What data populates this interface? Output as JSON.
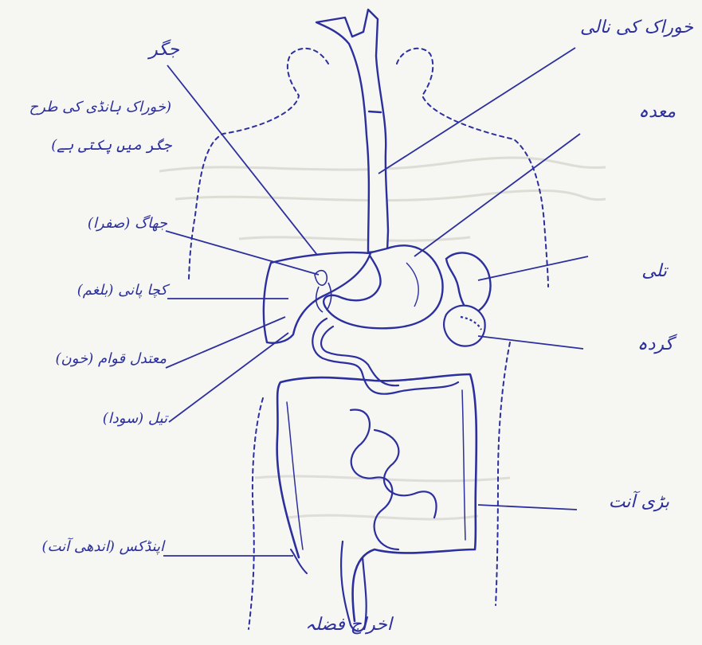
{
  "colors": {
    "ink": "#2c2f9e",
    "paper": "#f6f6f2",
    "ghost": "#d8d7cf"
  },
  "labels": {
    "esophagus": "خوراک کی نالی",
    "stomach": "معدہ",
    "spleen": "تلی",
    "kidney": "گردہ",
    "large_intestine": "بڑی آنت",
    "liver": "جگر",
    "liver_note_1": "(خوراک ہانڈی کی طرح",
    "liver_note_2": "جگر میں پکتی ہے)",
    "froth": "جھاگ (صفرا)",
    "raw_water": "کچا پانی (بلغم)",
    "moderate": "معتدل قوام (خون)",
    "sediment": "تیل (سودا)",
    "appendix": "اپنڈکس (اندھی آنت)",
    "excretion": "اخراج فضلہ"
  }
}
